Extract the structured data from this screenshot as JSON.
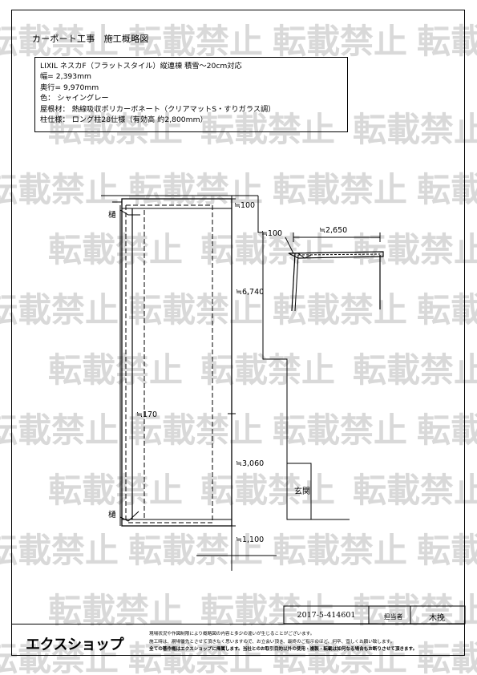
{
  "header": {
    "title": "カーポート工事　施工概略図"
  },
  "spec": {
    "product": "LIXIL ネスカF（フラットスタイル）縦連棟 積雪～20cm対応",
    "width": "幅= 2,393mm",
    "depth": "奥行= 9,970mm",
    "color": "色： シャイングレー",
    "roof": "屋根材： 熱線吸収ポリカーボネート（クリアマットS・すりガラス調）",
    "pillar": "柱仕様： ロング柱28仕様（有効高 約2,800mm）"
  },
  "drawing": {
    "gutter_top": "樋",
    "gutter_bottom": "樋",
    "dim_100_top": "≒100",
    "dim_100_side": "≒100",
    "dim_2650": "≒2,650",
    "dim_6740": "≒6,740",
    "dim_170": "≒170",
    "dim_3060": "≒3,060",
    "dim_1100": "≒1,100",
    "entrance": "玄関"
  },
  "watermark": {
    "text": "転載禁止"
  },
  "footer": {
    "doc_no": "2017-5-414601",
    "staff_label": "担当者",
    "staff_name": "木挽",
    "logo": "エクスショップ",
    "note1": "現場状況や作図制限により概略図の内容と多少の違いが生じることがございます。",
    "note2": "施工時は、現場優先とさせて頂きたく思いますので、お立会い頂き、最終のご指示のほど、何卒、宜しくお願い致します。",
    "note3": "全ての著作権はエクスショップに帰属します。当社とのお取引目的以外の使用・複製・転載は如何なる場合もお断りさせて頂きます。"
  }
}
